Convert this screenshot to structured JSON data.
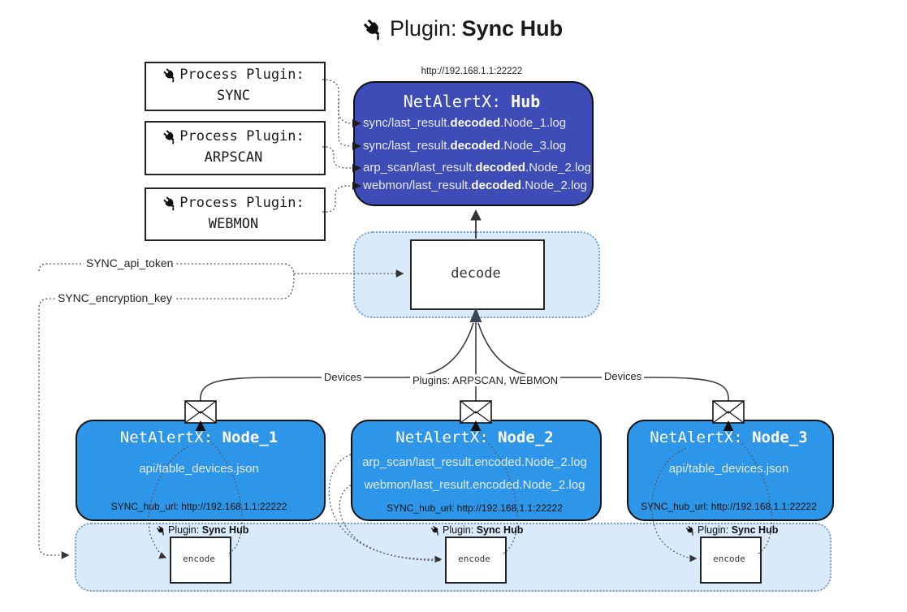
{
  "title": {
    "prefix": "Plugin: ",
    "bold": "Sync Hub"
  },
  "process_plugins": [
    {
      "label": "Process Plugin:",
      "name": "SYNC"
    },
    {
      "label": "Process Plugin:",
      "name": "ARPSCAN"
    },
    {
      "label": "Process Plugin:",
      "name": "WEBMON"
    }
  ],
  "hub": {
    "url": "http://192.168.1.1:22222",
    "title_prefix": "NetAlertX: ",
    "title_bold": "Hub",
    "lines": [
      {
        "prefix": "sync/last_result.",
        "bold": "decoded",
        "suffix": ".Node_1.log"
      },
      {
        "prefix": "sync/last_result.",
        "bold": "decoded",
        "suffix": ".Node_3.log"
      },
      {
        "prefix": "arp_scan/last_result.",
        "bold": "decoded",
        "suffix": ".Node_2.log"
      },
      {
        "prefix": "webmon/last_result.",
        "bold": "decoded",
        "suffix": ".Node_2.log"
      }
    ]
  },
  "decode": {
    "label": "decode"
  },
  "keys": {
    "api_token": "SYNC_api_token",
    "encryption_key": "SYNC_encryption_key"
  },
  "edges": {
    "devices_left": "Devices",
    "plugins_center": "Plugins: ARPSCAN, WEBMON",
    "devices_right": "Devices"
  },
  "nodes": [
    {
      "title_prefix": "NetAlertX: ",
      "title_bold": "Node_1",
      "lines": [
        "api/table_devices.json"
      ],
      "hub_url": "SYNC_hub_url: http://192.168.1.1:22222"
    },
    {
      "title_prefix": "NetAlertX: ",
      "title_bold": "Node_2",
      "lines": [
        "arp_scan/last_result.encoded.Node_2.log",
        "webmon/last_result.encoded.Node_2.log"
      ],
      "hub_url": "SYNC_hub_url: http://192.168.1.1:22222"
    },
    {
      "title_prefix": "NetAlertX: ",
      "title_bold": "Node_3",
      "lines": [
        "api/table_devices.json"
      ],
      "hub_url": "SYNC_hub_url: http://192.168.1.1:22222"
    }
  ],
  "encoders": [
    {
      "plugin_prefix": "Plugin: ",
      "plugin_bold": "Sync Hub",
      "box_label": "encode"
    },
    {
      "plugin_prefix": "Plugin: ",
      "plugin_bold": "Sync Hub",
      "box_label": "encode"
    },
    {
      "plugin_prefix": "Plugin: ",
      "plugin_bold": "Sync Hub",
      "box_label": "encode"
    }
  ],
  "colors": {
    "hub": "#3d4cb6",
    "node": "#2e96e8",
    "panel": "#d9eafb",
    "panelBorder": "#7f9fbf",
    "line": "#3c3c3c"
  }
}
